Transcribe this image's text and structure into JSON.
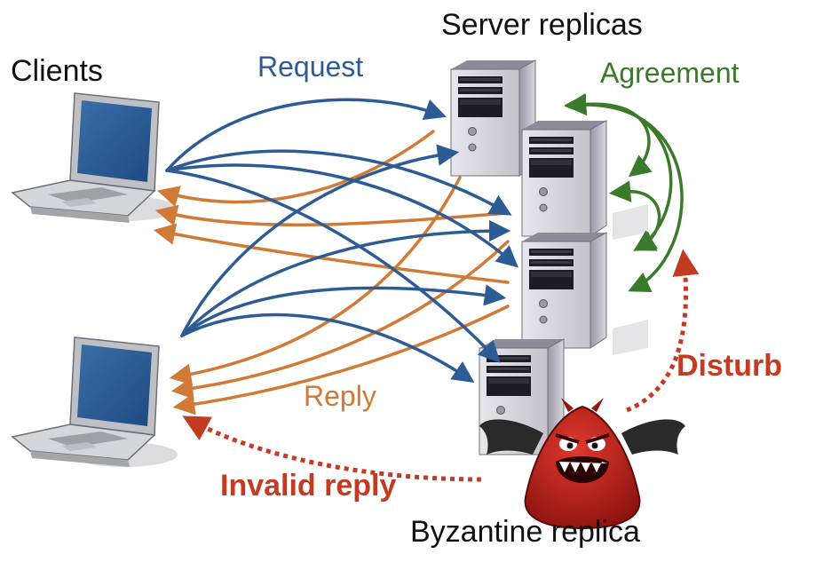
{
  "labels": {
    "clients": "Clients",
    "server_replicas": "Server replicas",
    "request": "Request",
    "agreement": "Agreement",
    "reply": "Reply",
    "disturb": "Disturb",
    "invalid_reply": "Invalid reply",
    "byzantine_replica": "Byzantine replica"
  },
  "colors": {
    "request": "#2d5b93",
    "reply": "#d07a35",
    "agreement": "#3b7a2a",
    "byzantine": "#c23b22"
  },
  "icons": {
    "client": "laptop-icon",
    "server": "server-tower-icon",
    "byzantine": "devil-monster-icon"
  }
}
